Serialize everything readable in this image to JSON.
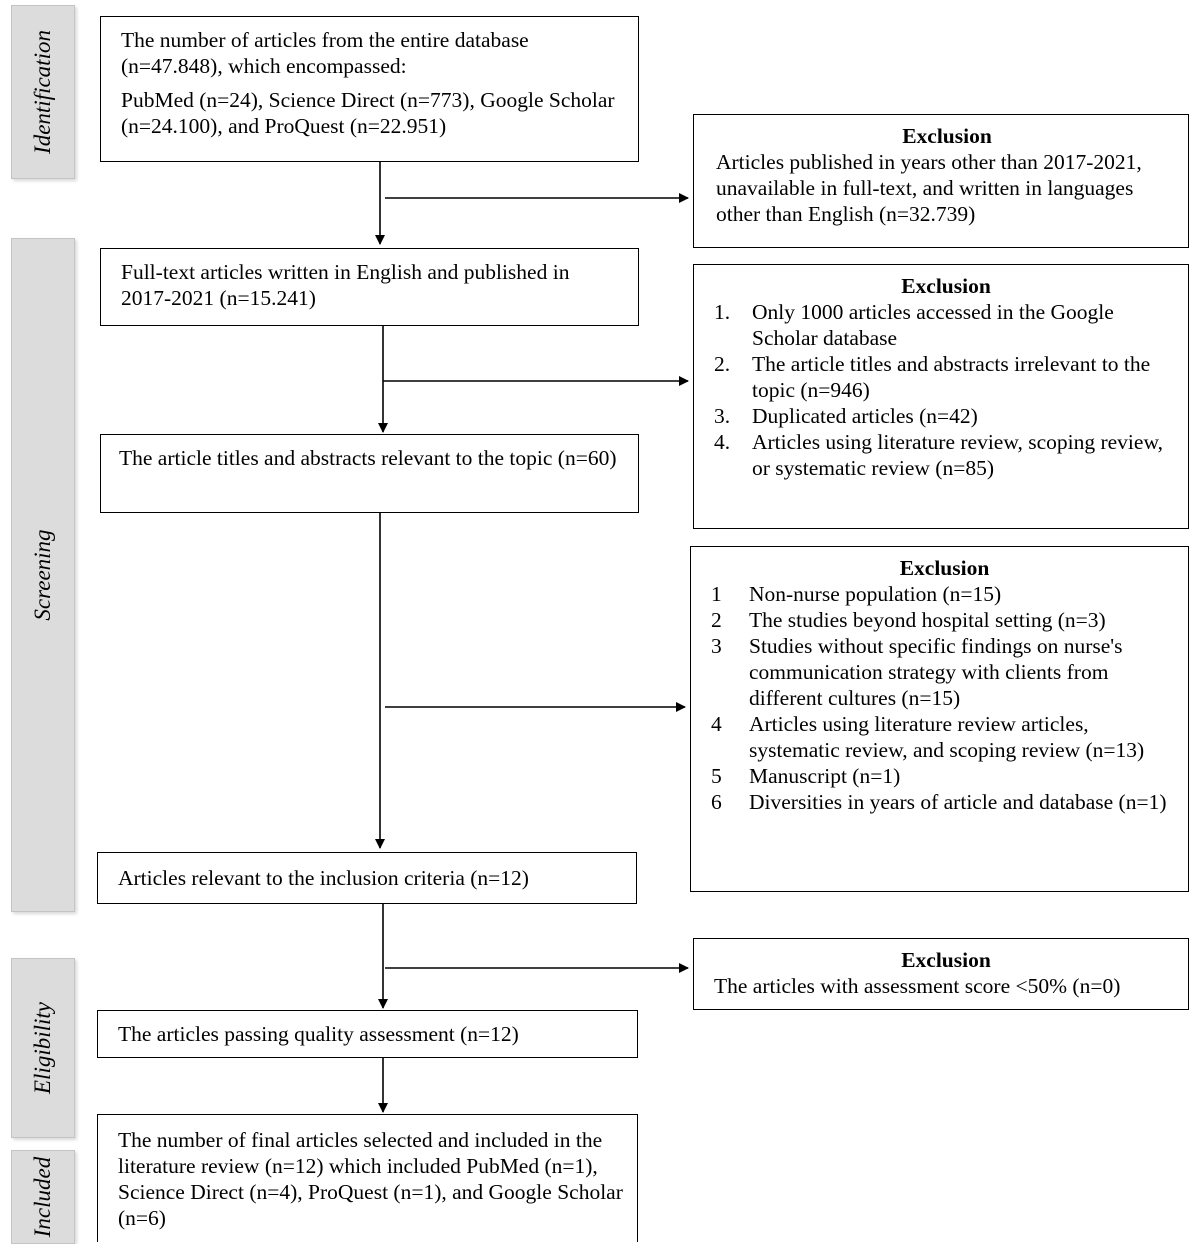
{
  "phases": {
    "identification": "Identification",
    "screening": "Screening",
    "eligibility": "Eligibility",
    "included": "Included"
  },
  "steps": {
    "identification": {
      "line1": "The number of articles from the entire database (n=47.848), which encompassed:",
      "line2": "PubMed (n=24), Science Direct (n=773), Google Scholar (n=24.100), and ProQuest (n=22.951)"
    },
    "fulltext": "Full-text articles written in English and published in 2017-2021 (n=15.241)",
    "titles": "The article titles and abstracts relevant to the topic (n=60)",
    "inclusion": "Articles relevant to the inclusion criteria (n=12)",
    "quality": "The articles passing quality assessment (n=12)",
    "final": "The number of final articles selected and included in the literature review (n=12) which included PubMed (n=1), Science Direct (n=4), ProQuest (n=1), and Google Scholar (n=6)"
  },
  "exclusions": {
    "ex1": {
      "title": "Exclusion",
      "text": "Articles published in years other than 2017-2021, unavailable in full-text, and written in languages other than English (n=32.739)"
    },
    "ex2": {
      "title": "Exclusion",
      "items": [
        {
          "num": "1.",
          "text": "Only 1000 articles accessed in the Google Scholar database"
        },
        {
          "num": "2.",
          "text": "The article titles and abstracts irrelevant to the topic (n=946)"
        },
        {
          "num": "3.",
          "text": "Duplicated articles (n=42)"
        },
        {
          "num": "4.",
          "text": "Articles using literature review, scoping review, or systematic review (n=85)"
        }
      ]
    },
    "ex3": {
      "title": "Exclusion",
      "items": [
        {
          "num": "1",
          "text": "Non-nurse population (n=15)"
        },
        {
          "num": "2",
          "text": "The studies beyond hospital setting (n=3)"
        },
        {
          "num": "3",
          "text": "Studies without specific findings on nurse's communication strategy with clients from different cultures (n=15)"
        },
        {
          "num": "4",
          "text": "Articles using literature review articles, systematic review, and scoping review (n=13)"
        },
        {
          "num": "5",
          "text": "Manuscript (n=1)"
        },
        {
          "num": "6",
          "text": "Diversities in years of article and database (n=1)"
        }
      ]
    },
    "ex4": {
      "title": "Exclusion",
      "text": "The articles with assessment score <50% (n=0)"
    }
  }
}
